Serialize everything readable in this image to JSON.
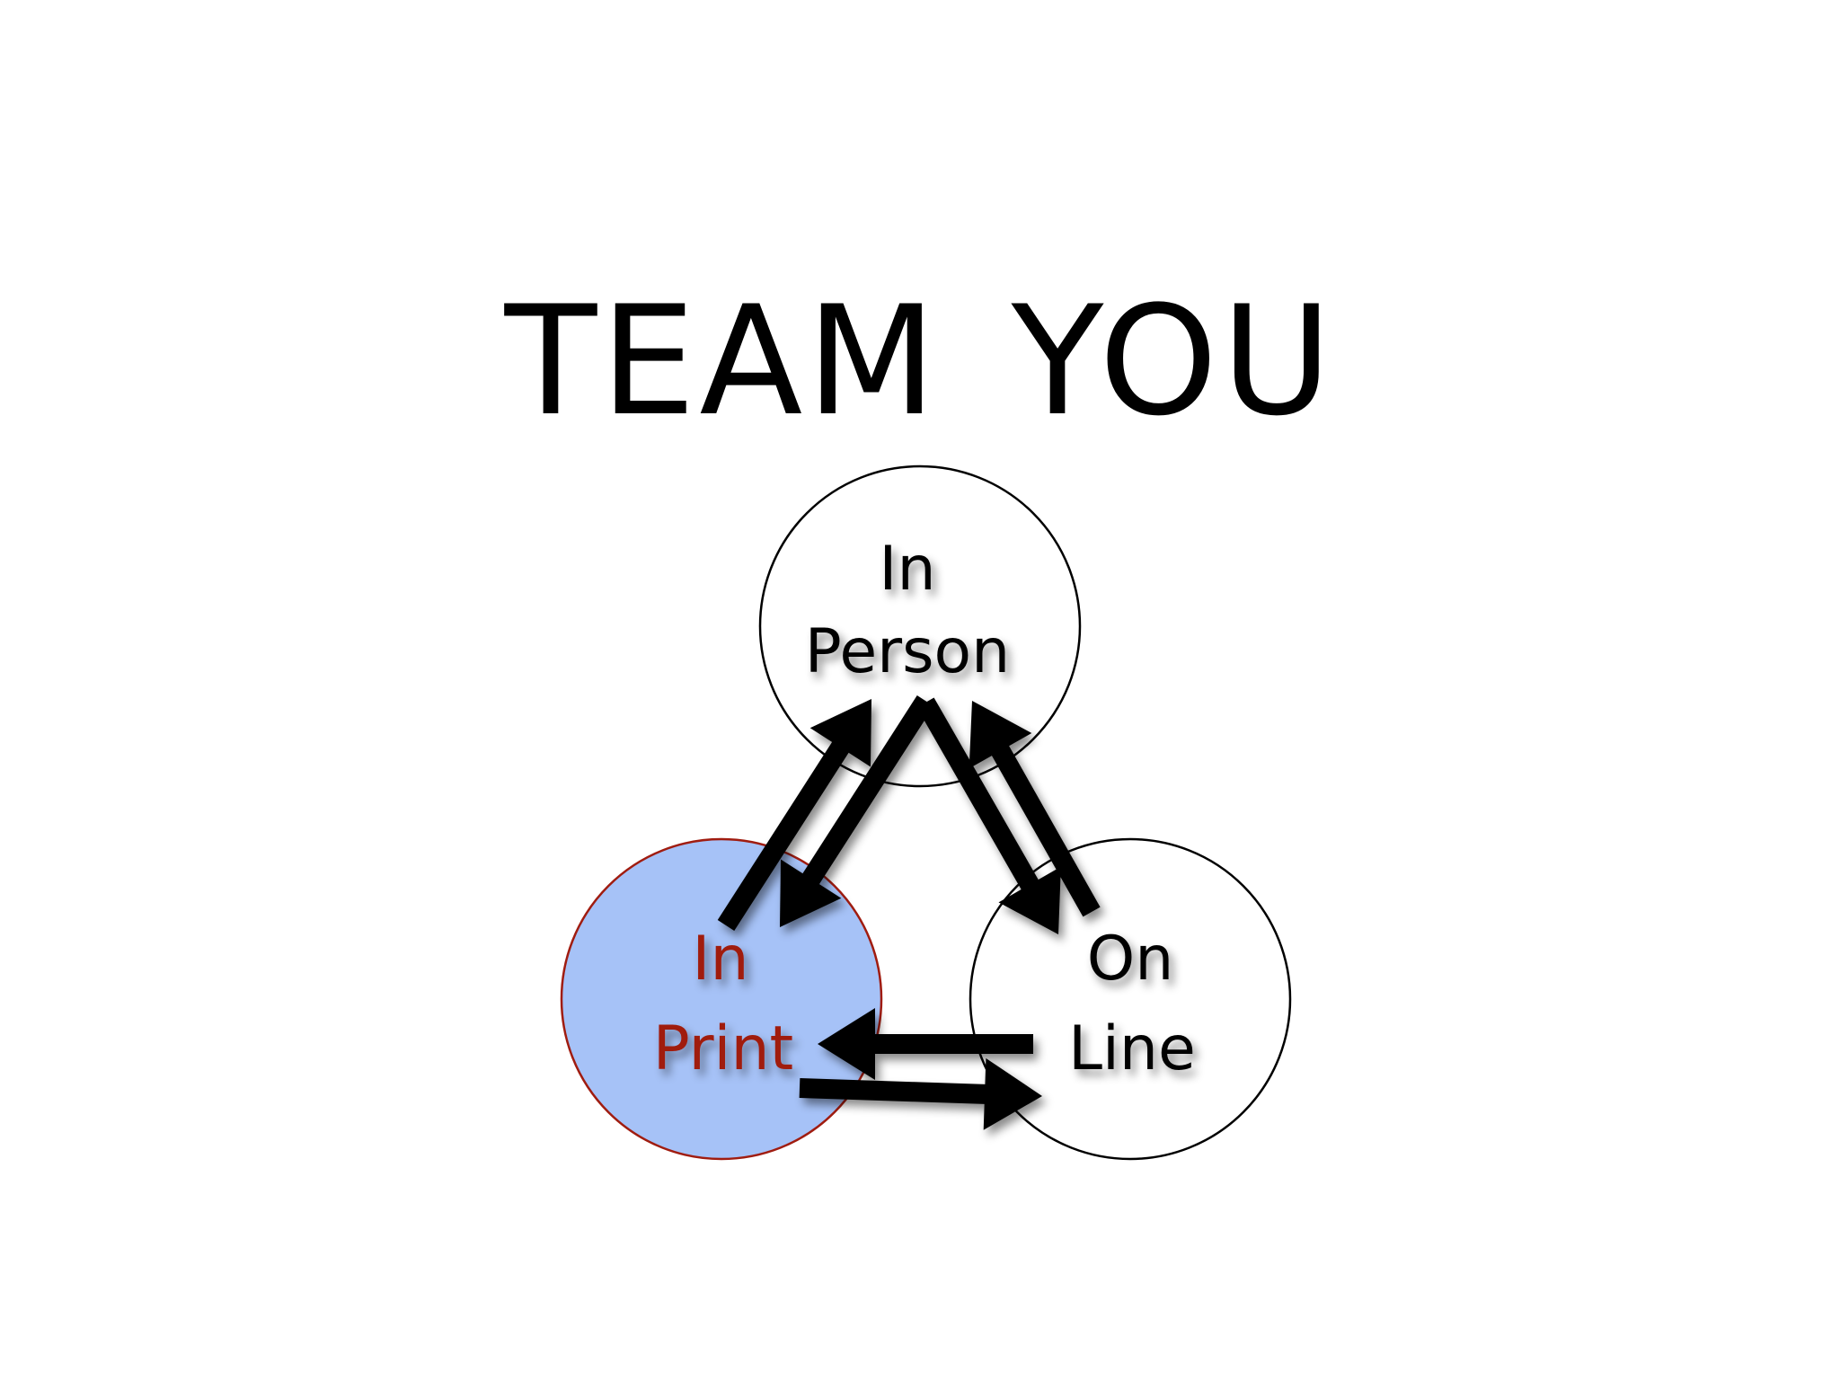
{
  "title": "TEAM YOU",
  "nodes": {
    "in_person": {
      "line1": "In",
      "line2": "Person",
      "fill": "#ffffff",
      "stroke": "#000000",
      "text_color": "#000000"
    },
    "in_print": {
      "line1": "In",
      "line2": "Print",
      "fill": "#a6c2f7",
      "stroke": "#a01c10",
      "text_color": "#a01c10"
    },
    "on_line": {
      "line1": "On",
      "line2": "Line",
      "fill": "#ffffff",
      "stroke": "#000000",
      "text_color": "#000000"
    }
  },
  "edges": [
    {
      "from": "In Print",
      "to": "In Person"
    },
    {
      "from": "In Person",
      "to": "In Print"
    },
    {
      "from": "In Person",
      "to": "On Line"
    },
    {
      "from": "On Line",
      "to": "In Person"
    },
    {
      "from": "On Line",
      "to": "In Print"
    },
    {
      "from": "In Print",
      "to": "On Line"
    }
  ],
  "arrow_color": "#000000"
}
